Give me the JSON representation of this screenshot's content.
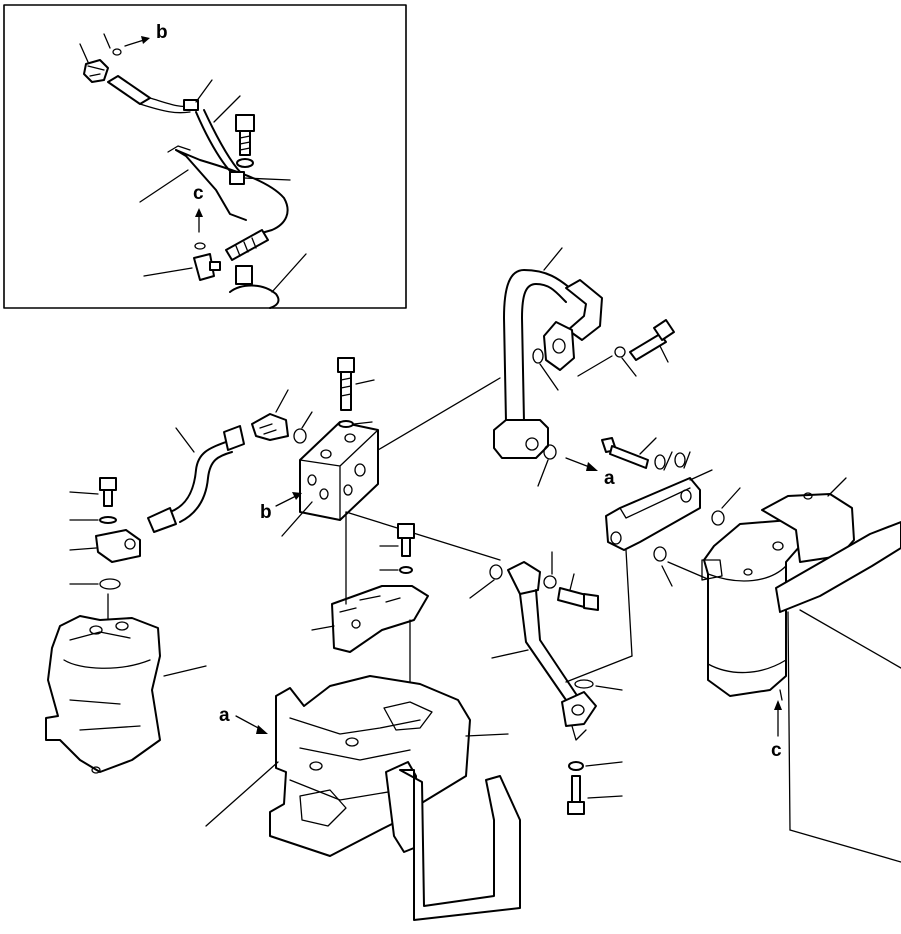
{
  "labels": {
    "b_inset": "b",
    "c_inset": "c",
    "a_right": "a",
    "b_block": "b",
    "a_left": "a",
    "c_filter": "c"
  },
  "colors": {
    "ink": "#000000",
    "paper": "#ffffff"
  }
}
